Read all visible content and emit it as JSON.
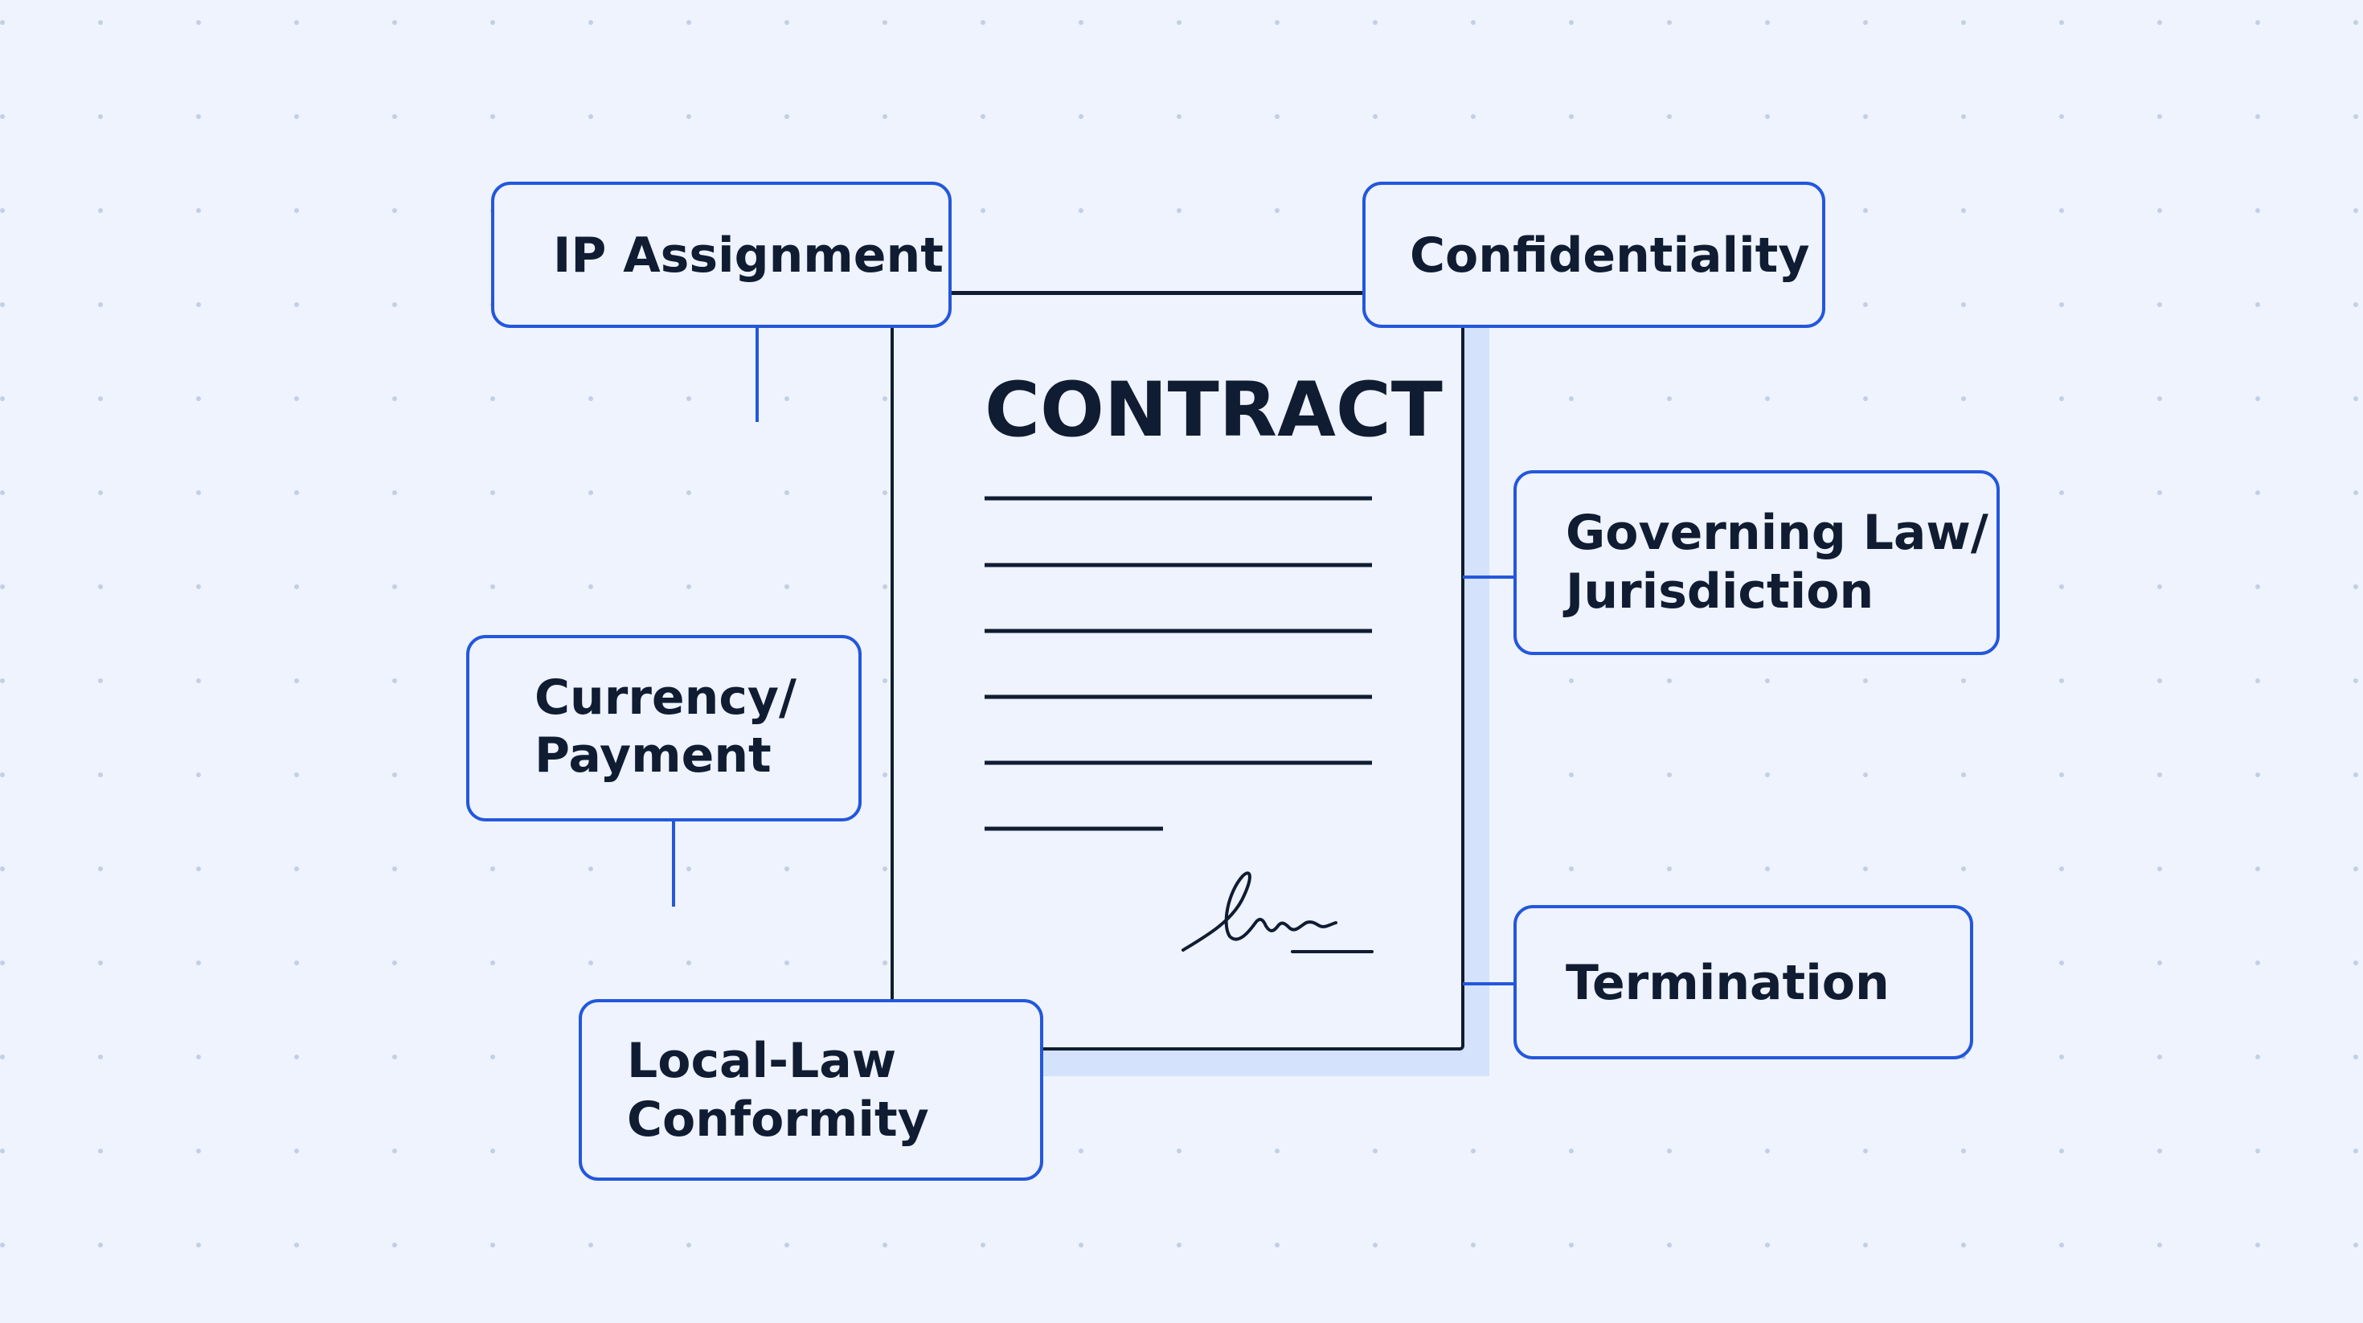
{
  "document": {
    "title": "CONTRACT"
  },
  "clauses": [
    {
      "id": "ip-assignment",
      "lines": [
        "IP Assignment"
      ]
    },
    {
      "id": "confidentiality",
      "lines": [
        "Confidentiality"
      ]
    },
    {
      "id": "governing-law",
      "lines": [
        "Governing Law/",
        "Jurisdiction"
      ]
    },
    {
      "id": "currency-payment",
      "lines": [
        "Currency/",
        "Payment"
      ]
    },
    {
      "id": "termination",
      "lines": [
        "Termination"
      ]
    },
    {
      "id": "local-law",
      "lines": [
        "Local-Law",
        "Conformity"
      ]
    }
  ],
  "colors": {
    "background": "#eef3fd",
    "dot": "#c4cfe4",
    "accent": "#2357dc",
    "ink": "#101c32",
    "document_shadow": "#d4e2fb"
  }
}
